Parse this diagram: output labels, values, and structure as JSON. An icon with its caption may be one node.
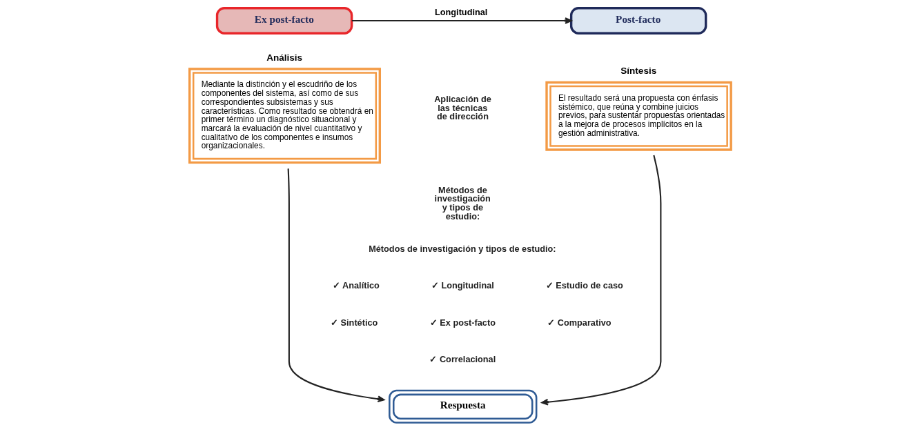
{
  "diagram": {
    "nodes": [
      {
        "text": [
          "Ex post-facto"
        ]
      },
      {
        "text": [
          "Post-facto"
        ]
      },
      {
        "text": [
          "Análisis",
          "Mediante la distinción y el escudriño de los componentes del sistema, así como de sus correspondientes subsistemas y sus características. Como resultado se obtendrá en primer término un diagnóstico situacional y marcará la evaluación de nivel cuantitativo y cualitativo de los componentes e insumos organizacionales."
        ]
      },
      {
        "text": [
          "Síntesis",
          "El resultado será una propuesta con énfasis sistémico, que reúna y combine juicios previos, para sustentar propuestas orientadas a la mejora de procesos implícitos en la gestión administrativa."
        ]
      },
      {
        "text": [
          "Respuesta"
        ]
      }
    ],
    "edges": [
      {
        "from": 0,
        "to": 1,
        "arrow": "to",
        "label": "Longitudinal"
      },
      {
        "from": 2,
        "to": 4,
        "arrow": "to"
      },
      {
        "from": 3,
        "to": 4,
        "arrow": "to"
      }
    ],
    "labels": [
      "Aplicación de las técnicas de dirección",
      "Métodos de investigación y tipos de estudio:",
      "Métodos de investigación y tipos de estudio:",
      "✓ Analítico",
      "✓ Longitudinal",
      "✓ Estudio de caso",
      "✓ Sintético",
      "✓ Ex post-facto",
      "✓ Comparativo",
      "✓ Correlacional"
    ]
  }
}
